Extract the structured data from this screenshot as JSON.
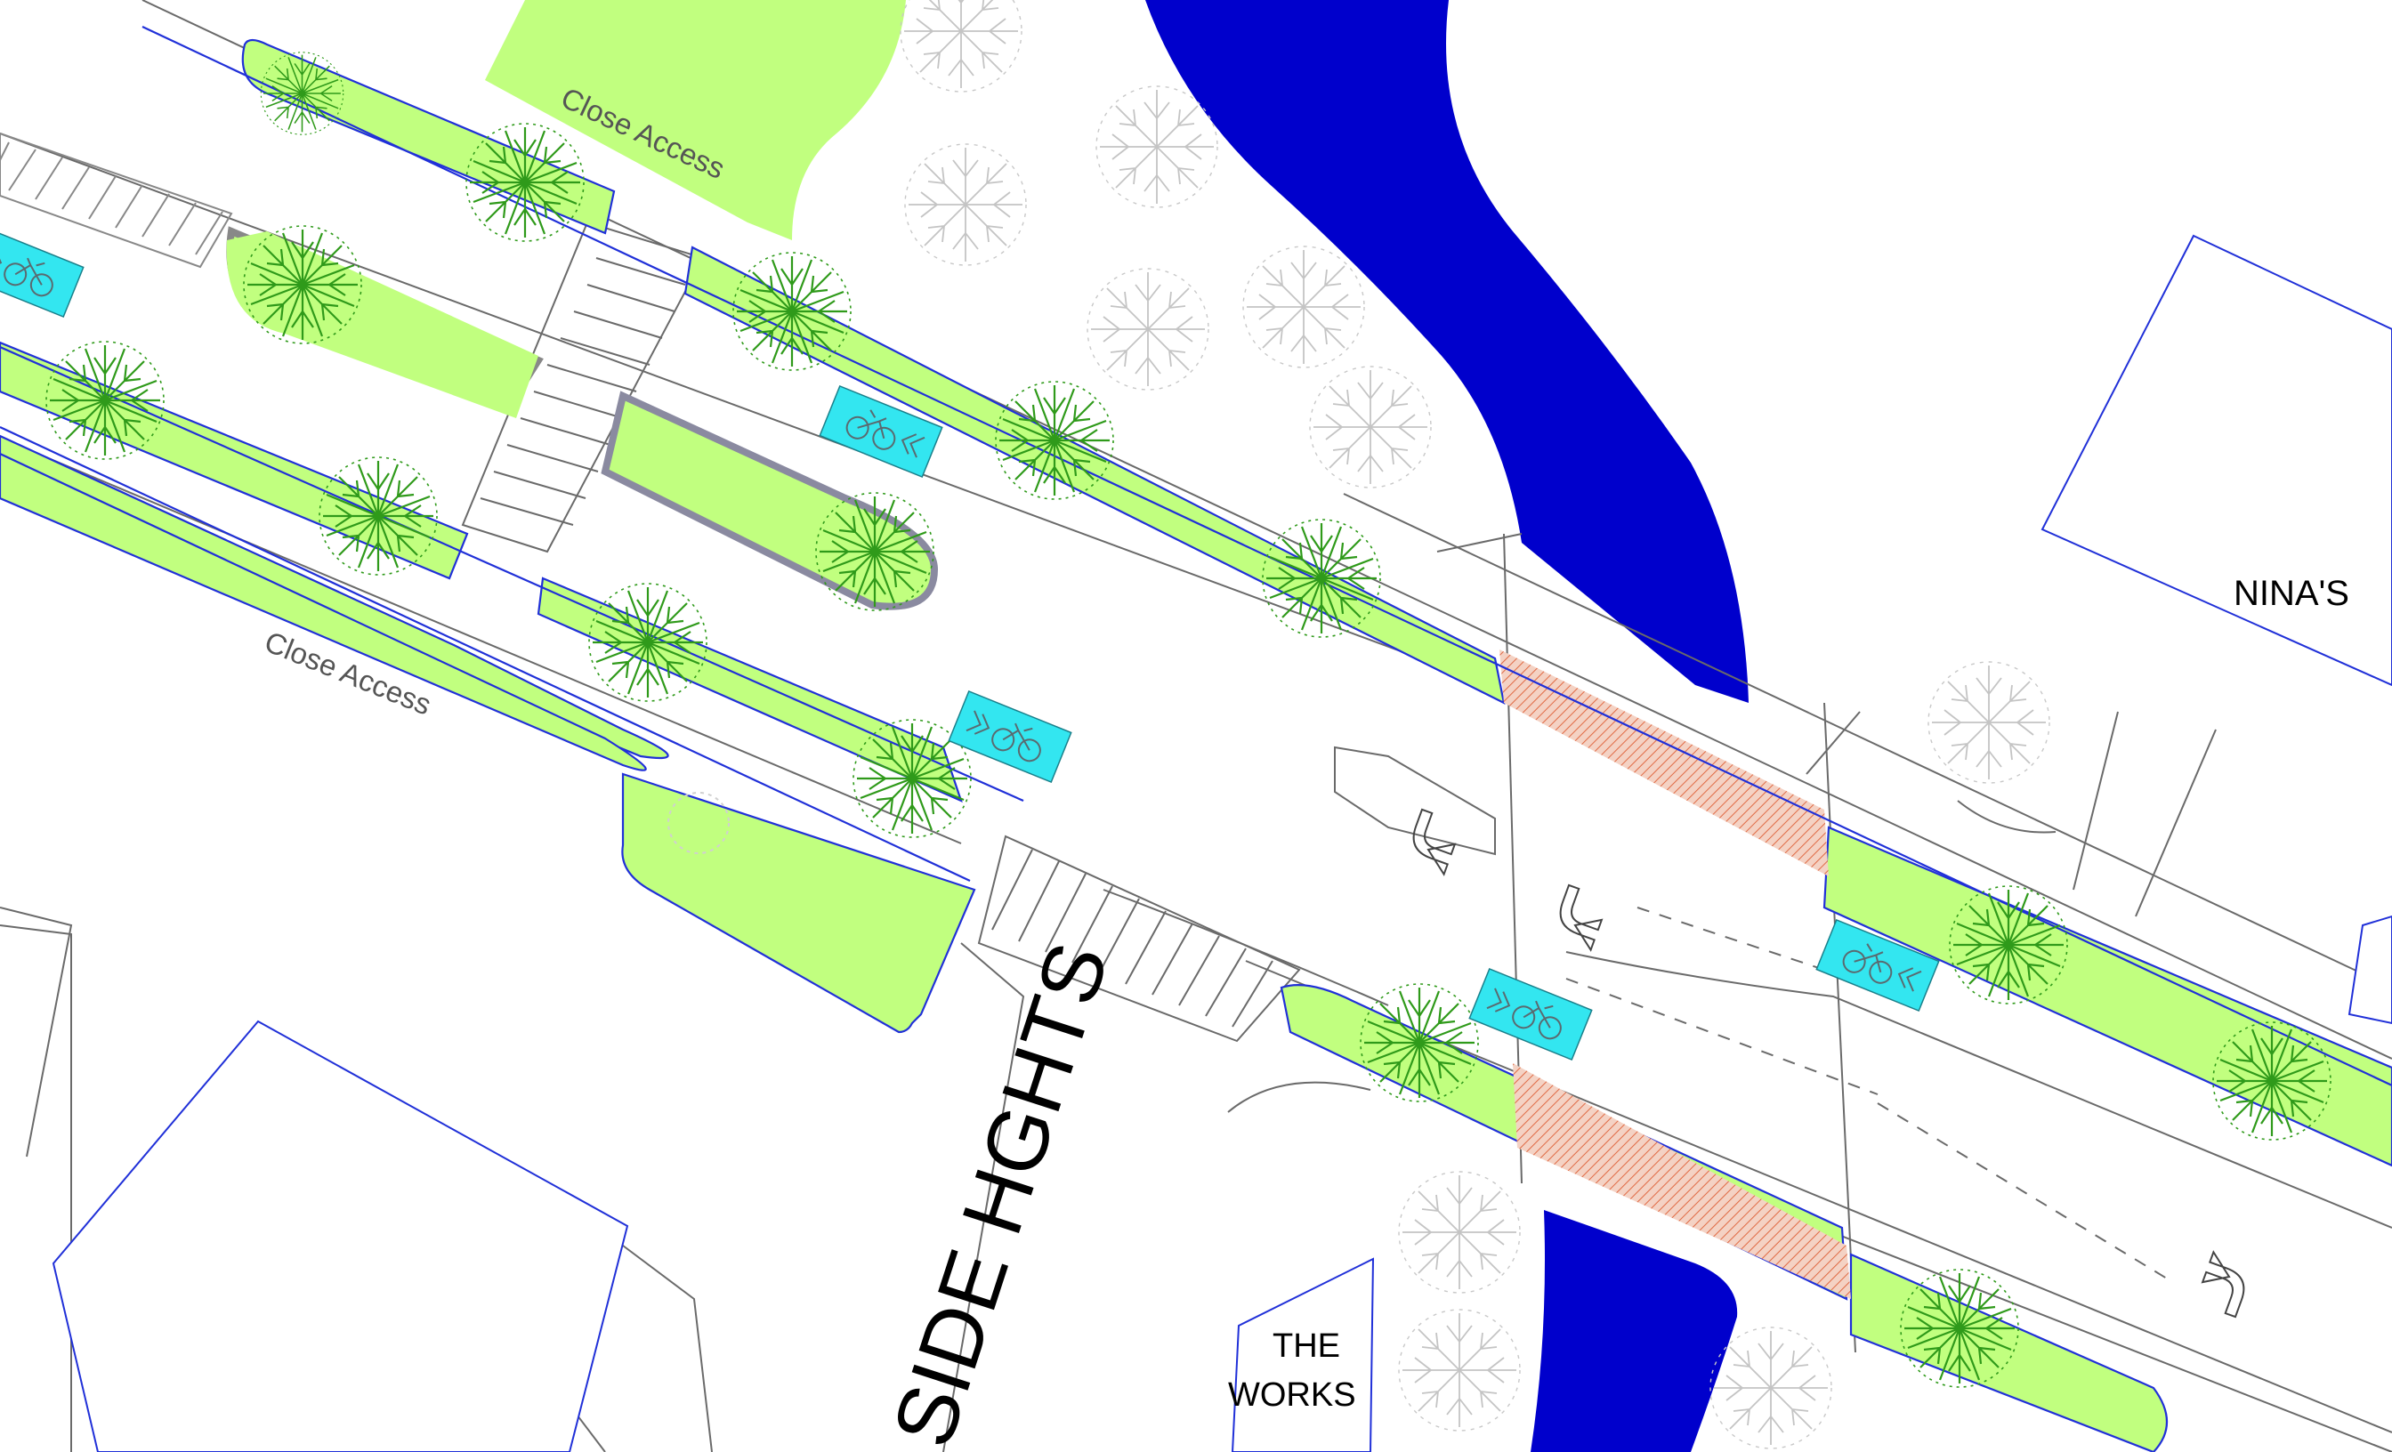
{
  "labels": {
    "close_access_top": "Close Access",
    "close_access_left": "Close Access",
    "ninas": "NINA'S",
    "the": "THE",
    "works": "WORKS",
    "side_hghts": "SIDE HGHTS"
  },
  "colors": {
    "green_verge": "#c1ff7f",
    "river": "#0000cc",
    "bike_sign": "#33e6f0",
    "crossing_hatch": "#e8704a",
    "tree_green": "#2f9a1a",
    "tree_grey": "#c8c8c8",
    "outline_blue": "#2030d8"
  },
  "icons": [
    "bicycle-lane-icon",
    "turn-arrow-icon",
    "tree-icon"
  ]
}
